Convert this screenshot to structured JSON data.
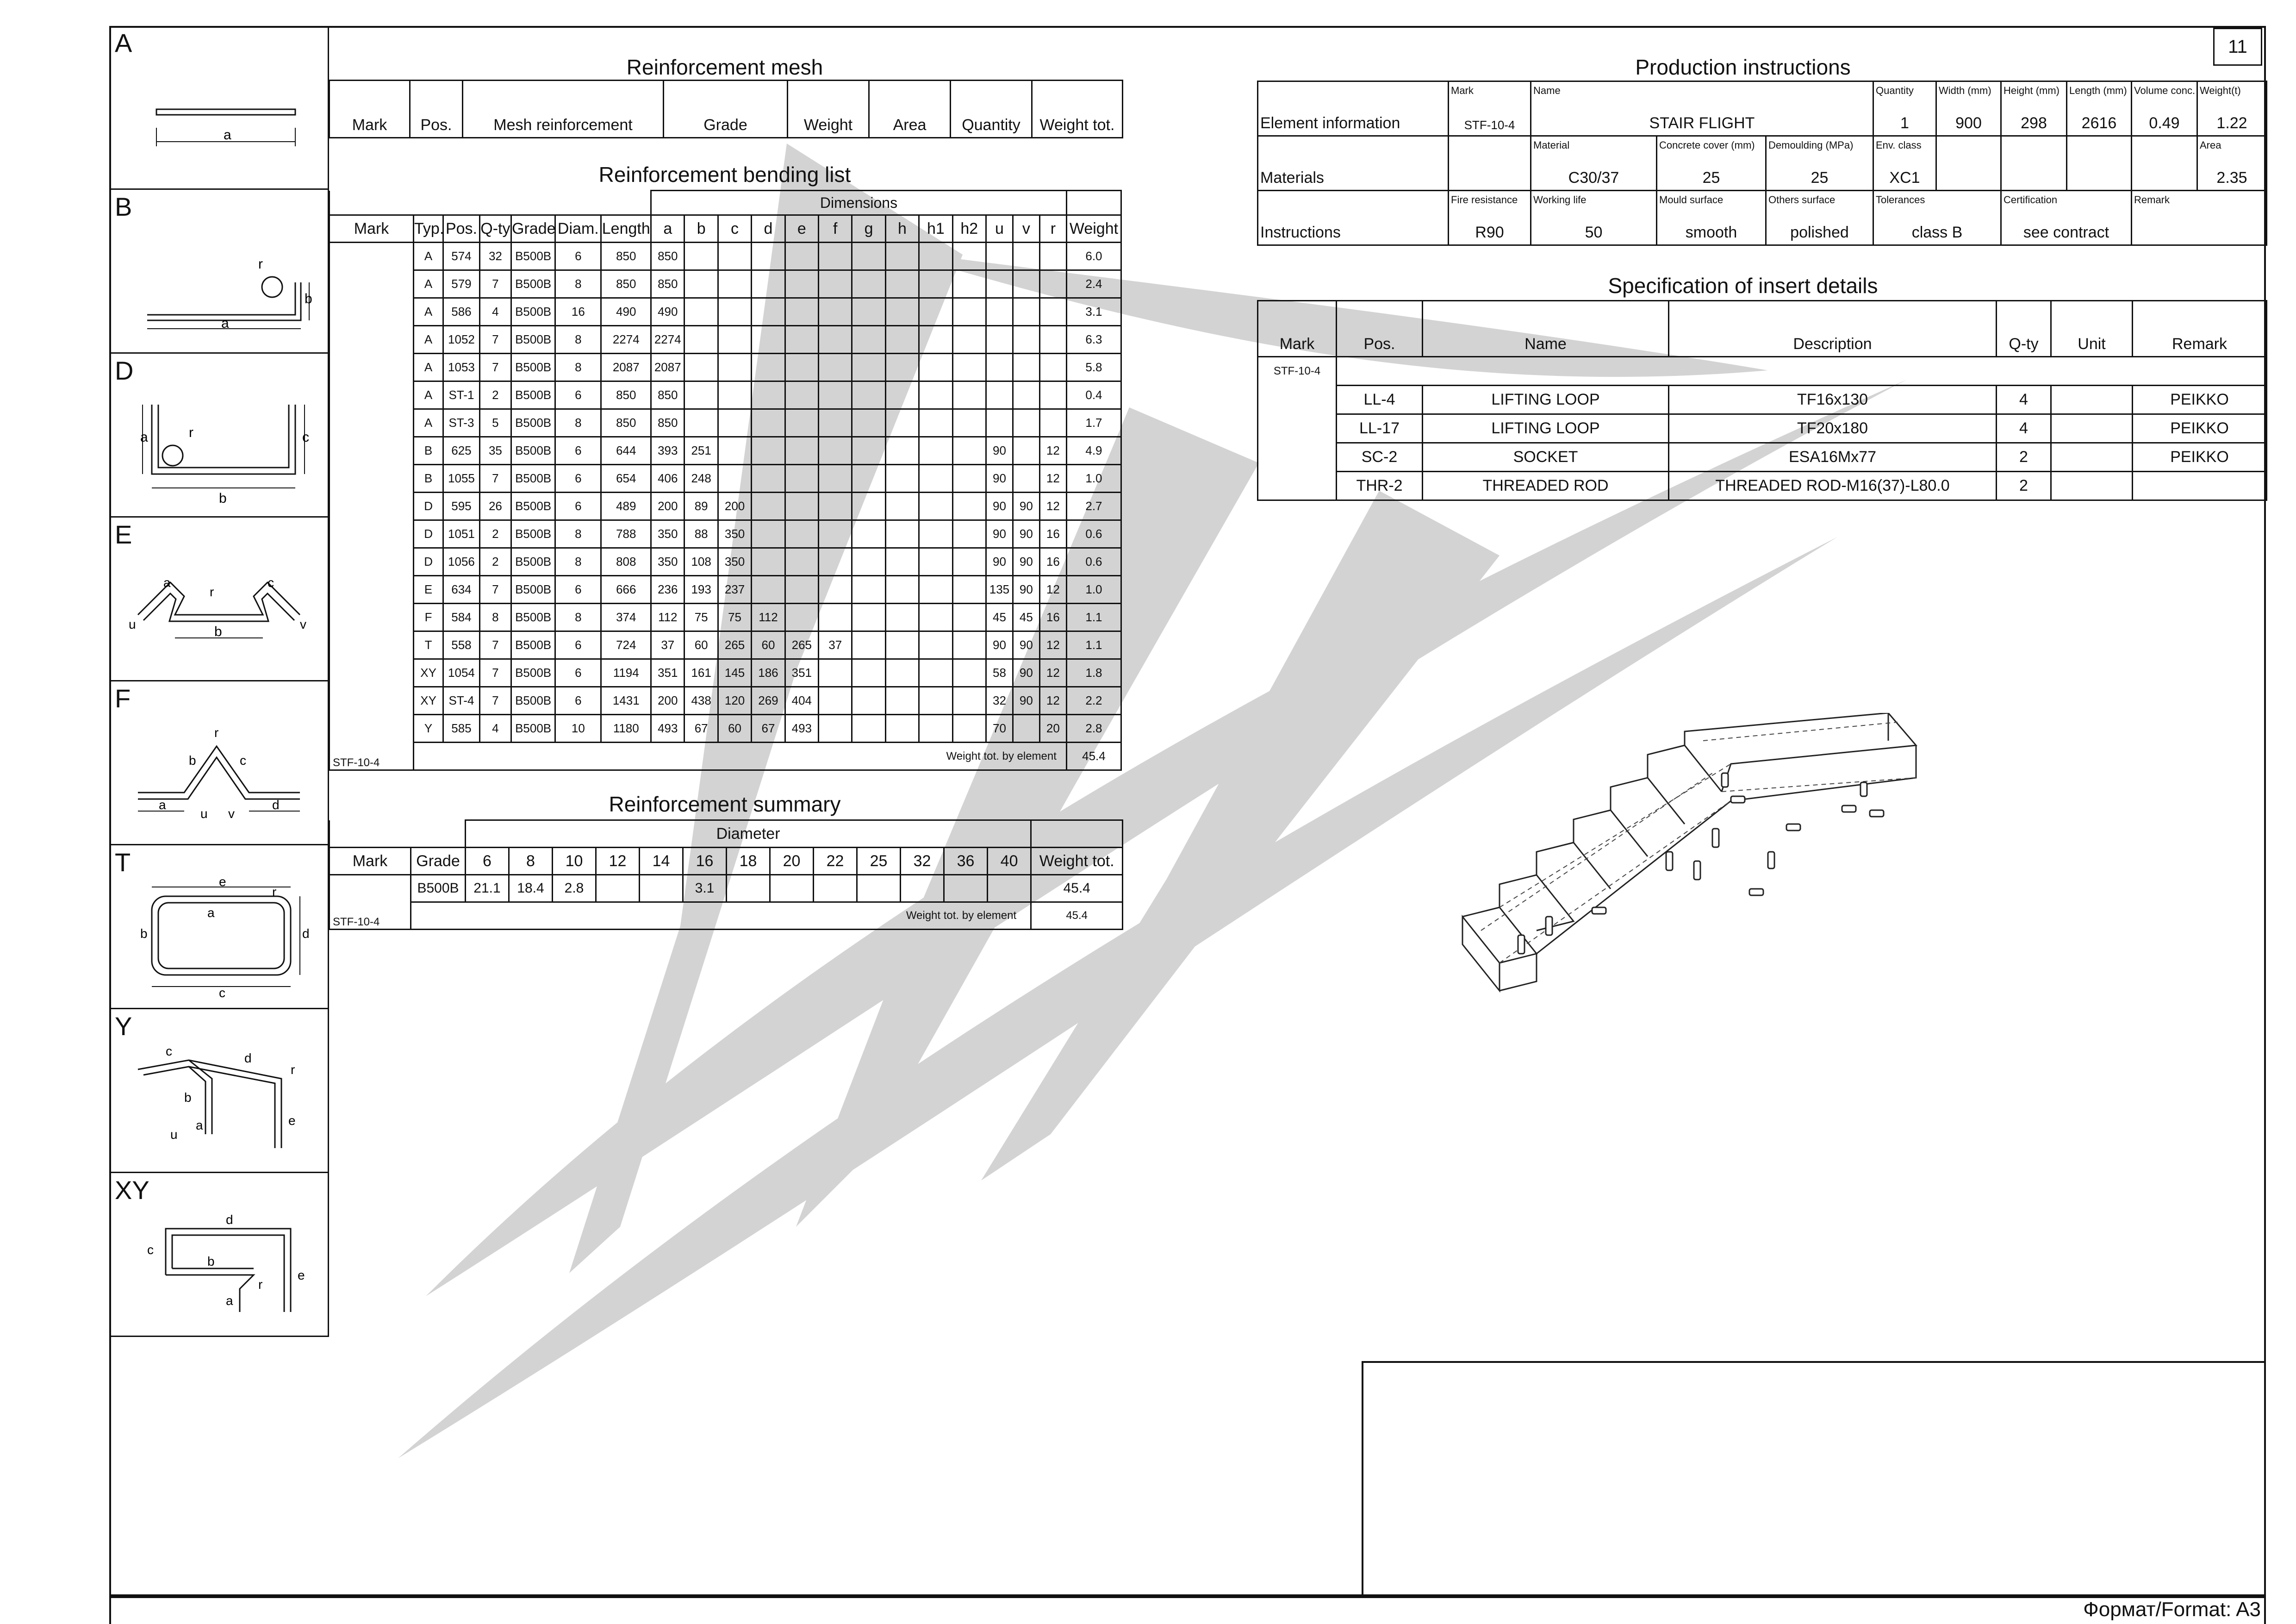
{
  "sheet": {
    "page_number": "11",
    "format_label": "Формат/Format: A3"
  },
  "shapes": [
    {
      "letter": "A",
      "dims": [
        "a"
      ]
    },
    {
      "letter": "B",
      "dims": [
        "a",
        "b",
        "r"
      ]
    },
    {
      "letter": "D",
      "dims": [
        "a",
        "b",
        "c",
        "r"
      ]
    },
    {
      "letter": "E",
      "dims": [
        "a",
        "b",
        "c",
        "u",
        "v",
        "r"
      ]
    },
    {
      "letter": "F",
      "dims": [
        "a",
        "b",
        "c",
        "d",
        "u",
        "v",
        "r"
      ]
    },
    {
      "letter": "T",
      "dims": [
        "a",
        "b",
        "c",
        "d",
        "e",
        "r"
      ]
    },
    {
      "letter": "Y",
      "dims": [
        "a",
        "b",
        "c",
        "d",
        "e",
        "u",
        "r"
      ]
    },
    {
      "letter": "XY",
      "dims": [
        "a",
        "b",
        "c",
        "d",
        "e",
        "r"
      ]
    }
  ],
  "mesh": {
    "title": "Reinforcement mesh",
    "headers": [
      "Mark",
      "Pos.",
      "Mesh reinforcement",
      "Grade",
      "Weight",
      "Area",
      "Quantity",
      "Weight tot."
    ]
  },
  "bending": {
    "title": "Reinforcement bending list",
    "group_header": "Dimensions",
    "headers": [
      "Mark",
      "Typ.",
      "Pos.",
      "Q-ty",
      "Grade",
      "Diam.",
      "Length",
      "a",
      "b",
      "c",
      "d",
      "e",
      "f",
      "g",
      "h",
      "h1",
      "h2",
      "u",
      "v",
      "r",
      "Weight"
    ],
    "mark": "STF-10-4",
    "rows": [
      [
        "A",
        "574",
        "32",
        "B500B",
        "6",
        "850",
        "850",
        "",
        "",
        "",
        "",
        "",
        "",
        "",
        "",
        "",
        "",
        "",
        "",
        "6.0"
      ],
      [
        "A",
        "579",
        "7",
        "B500B",
        "8",
        "850",
        "850",
        "",
        "",
        "",
        "",
        "",
        "",
        "",
        "",
        "",
        "",
        "",
        "",
        "2.4"
      ],
      [
        "A",
        "586",
        "4",
        "B500B",
        "16",
        "490",
        "490",
        "",
        "",
        "",
        "",
        "",
        "",
        "",
        "",
        "",
        "",
        "",
        "",
        "3.1"
      ],
      [
        "A",
        "1052",
        "7",
        "B500B",
        "8",
        "2274",
        "2274",
        "",
        "",
        "",
        "",
        "",
        "",
        "",
        "",
        "",
        "",
        "",
        "",
        "6.3"
      ],
      [
        "A",
        "1053",
        "7",
        "B500B",
        "8",
        "2087",
        "2087",
        "",
        "",
        "",
        "",
        "",
        "",
        "",
        "",
        "",
        "",
        "",
        "",
        "5.8"
      ],
      [
        "A",
        "ST-1",
        "2",
        "B500B",
        "6",
        "850",
        "850",
        "",
        "",
        "",
        "",
        "",
        "",
        "",
        "",
        "",
        "",
        "",
        "",
        "0.4"
      ],
      [
        "A",
        "ST-3",
        "5",
        "B500B",
        "8",
        "850",
        "850",
        "",
        "",
        "",
        "",
        "",
        "",
        "",
        "",
        "",
        "",
        "",
        "",
        "1.7"
      ],
      [
        "B",
        "625",
        "35",
        "B500B",
        "6",
        "644",
        "393",
        "251",
        "",
        "",
        "",
        "",
        "",
        "",
        "",
        "",
        "90",
        "",
        "12",
        "4.9"
      ],
      [
        "B",
        "1055",
        "7",
        "B500B",
        "6",
        "654",
        "406",
        "248",
        "",
        "",
        "",
        "",
        "",
        "",
        "",
        "",
        "90",
        "",
        "12",
        "1.0"
      ],
      [
        "D",
        "595",
        "26",
        "B500B",
        "6",
        "489",
        "200",
        "89",
        "200",
        "",
        "",
        "",
        "",
        "",
        "",
        "",
        "90",
        "90",
        "12",
        "2.7"
      ],
      [
        "D",
        "1051",
        "2",
        "B500B",
        "8",
        "788",
        "350",
        "88",
        "350",
        "",
        "",
        "",
        "",
        "",
        "",
        "",
        "90",
        "90",
        "16",
        "0.6"
      ],
      [
        "D",
        "1056",
        "2",
        "B500B",
        "8",
        "808",
        "350",
        "108",
        "350",
        "",
        "",
        "",
        "",
        "",
        "",
        "",
        "90",
        "90",
        "16",
        "0.6"
      ],
      [
        "E",
        "634",
        "7",
        "B500B",
        "6",
        "666",
        "236",
        "193",
        "237",
        "",
        "",
        "",
        "",
        "",
        "",
        "",
        "135",
        "90",
        "12",
        "1.0"
      ],
      [
        "F",
        "584",
        "8",
        "B500B",
        "8",
        "374",
        "112",
        "75",
        "75",
        "112",
        "",
        "",
        "",
        "",
        "",
        "",
        "45",
        "45",
        "16",
        "1.1"
      ],
      [
        "T",
        "558",
        "7",
        "B500B",
        "6",
        "724",
        "37",
        "60",
        "265",
        "60",
        "265",
        "37",
        "",
        "",
        "",
        "",
        "90",
        "90",
        "12",
        "1.1"
      ],
      [
        "XY",
        "1054",
        "7",
        "B500B",
        "6",
        "1194",
        "351",
        "161",
        "145",
        "186",
        "351",
        "",
        "",
        "",
        "",
        "",
        "58",
        "90",
        "12",
        "1.8"
      ],
      [
        "XY",
        "ST-4",
        "7",
        "B500B",
        "6",
        "1431",
        "200",
        "438",
        "120",
        "269",
        "404",
        "",
        "",
        "",
        "",
        "",
        "32",
        "90",
        "12",
        "2.2"
      ],
      [
        "Y",
        "585",
        "4",
        "B500B",
        "10",
        "1180",
        "493",
        "67",
        "60",
        "67",
        "493",
        "",
        "",
        "",
        "",
        "",
        "70",
        "",
        "20",
        "2.8"
      ]
    ],
    "total_label": "Weight tot. by element",
    "total_value": "45.4"
  },
  "summary": {
    "title": "Reinforcement summary",
    "group_header": "Diameter",
    "mark_header": "Mark",
    "grade_header": "Grade",
    "diameters": [
      "6",
      "8",
      "10",
      "12",
      "14",
      "16",
      "18",
      "20",
      "22",
      "25",
      "32",
      "36",
      "40"
    ],
    "weight_header": "Weight tot.",
    "row": {
      "grade": "B500B",
      "values": [
        "21.1",
        "18.4",
        "2.8",
        "",
        "",
        "3.1",
        "",
        "",
        "",
        "",
        "",
        "",
        ""
      ],
      "total": "45.4"
    },
    "mark": "STF-10-4",
    "total_label": "Weight tot. by element",
    "total_value": "45.4"
  },
  "production": {
    "title": "Production instructions",
    "element_info_label": "Element information",
    "materials_label": "Materials",
    "instructions_label": "Instructions",
    "row1": [
      {
        "label": "Mark",
        "value": "STF-10-4"
      },
      {
        "label": "Name",
        "value": "STAIR FLIGHT"
      },
      {
        "label": "Quantity",
        "value": "1"
      },
      {
        "label": "Width (mm)",
        "value": "900"
      },
      {
        "label": "Height (mm)",
        "value": "298"
      },
      {
        "label": "Length (mm)",
        "value": "2616"
      },
      {
        "label": "Volume conc.",
        "value": "0.49"
      },
      {
        "label": "Weight(t)",
        "value": "1.22"
      }
    ],
    "row2": [
      {
        "label": "Material",
        "value": "C30/37"
      },
      {
        "label": "Concrete cover (mm)",
        "value": "25"
      },
      {
        "label": "Demoulding (MPa)",
        "value": "25"
      },
      {
        "label": "Env. class",
        "value": "XC1"
      },
      {
        "label": "Area",
        "value": "2.35"
      }
    ],
    "row3": [
      {
        "label": "Fire resistance",
        "value": "R90"
      },
      {
        "label": "Working life",
        "value": "50"
      },
      {
        "label": "Mould surface",
        "value": "smooth"
      },
      {
        "label": "Others surface",
        "value": "polished"
      },
      {
        "label": "Tolerances",
        "value": "class B"
      },
      {
        "label": "Certification",
        "value": "see contract"
      },
      {
        "label": "Remark",
        "value": ""
      }
    ]
  },
  "inserts": {
    "title": "Specification of insert details",
    "headers": [
      "Mark",
      "Pos.",
      "Name",
      "Description",
      "Q-ty",
      "Unit",
      "Remark"
    ],
    "mark": "STF-10-4",
    "rows": [
      [
        "LL-4",
        "LIFTING LOOP",
        "TF16x130",
        "4",
        "",
        "PEIKKO"
      ],
      [
        "LL-17",
        "LIFTING LOOP",
        "TF20x180",
        "4",
        "",
        "PEIKKO"
      ],
      [
        "SC-2",
        "SOCKET",
        "ESA16Mx77",
        "2",
        "",
        "PEIKKO"
      ],
      [
        "THR-2",
        "THREADED ROD",
        "THREADED ROD-M16(37)-L80.0",
        "2",
        "",
        ""
      ]
    ]
  }
}
